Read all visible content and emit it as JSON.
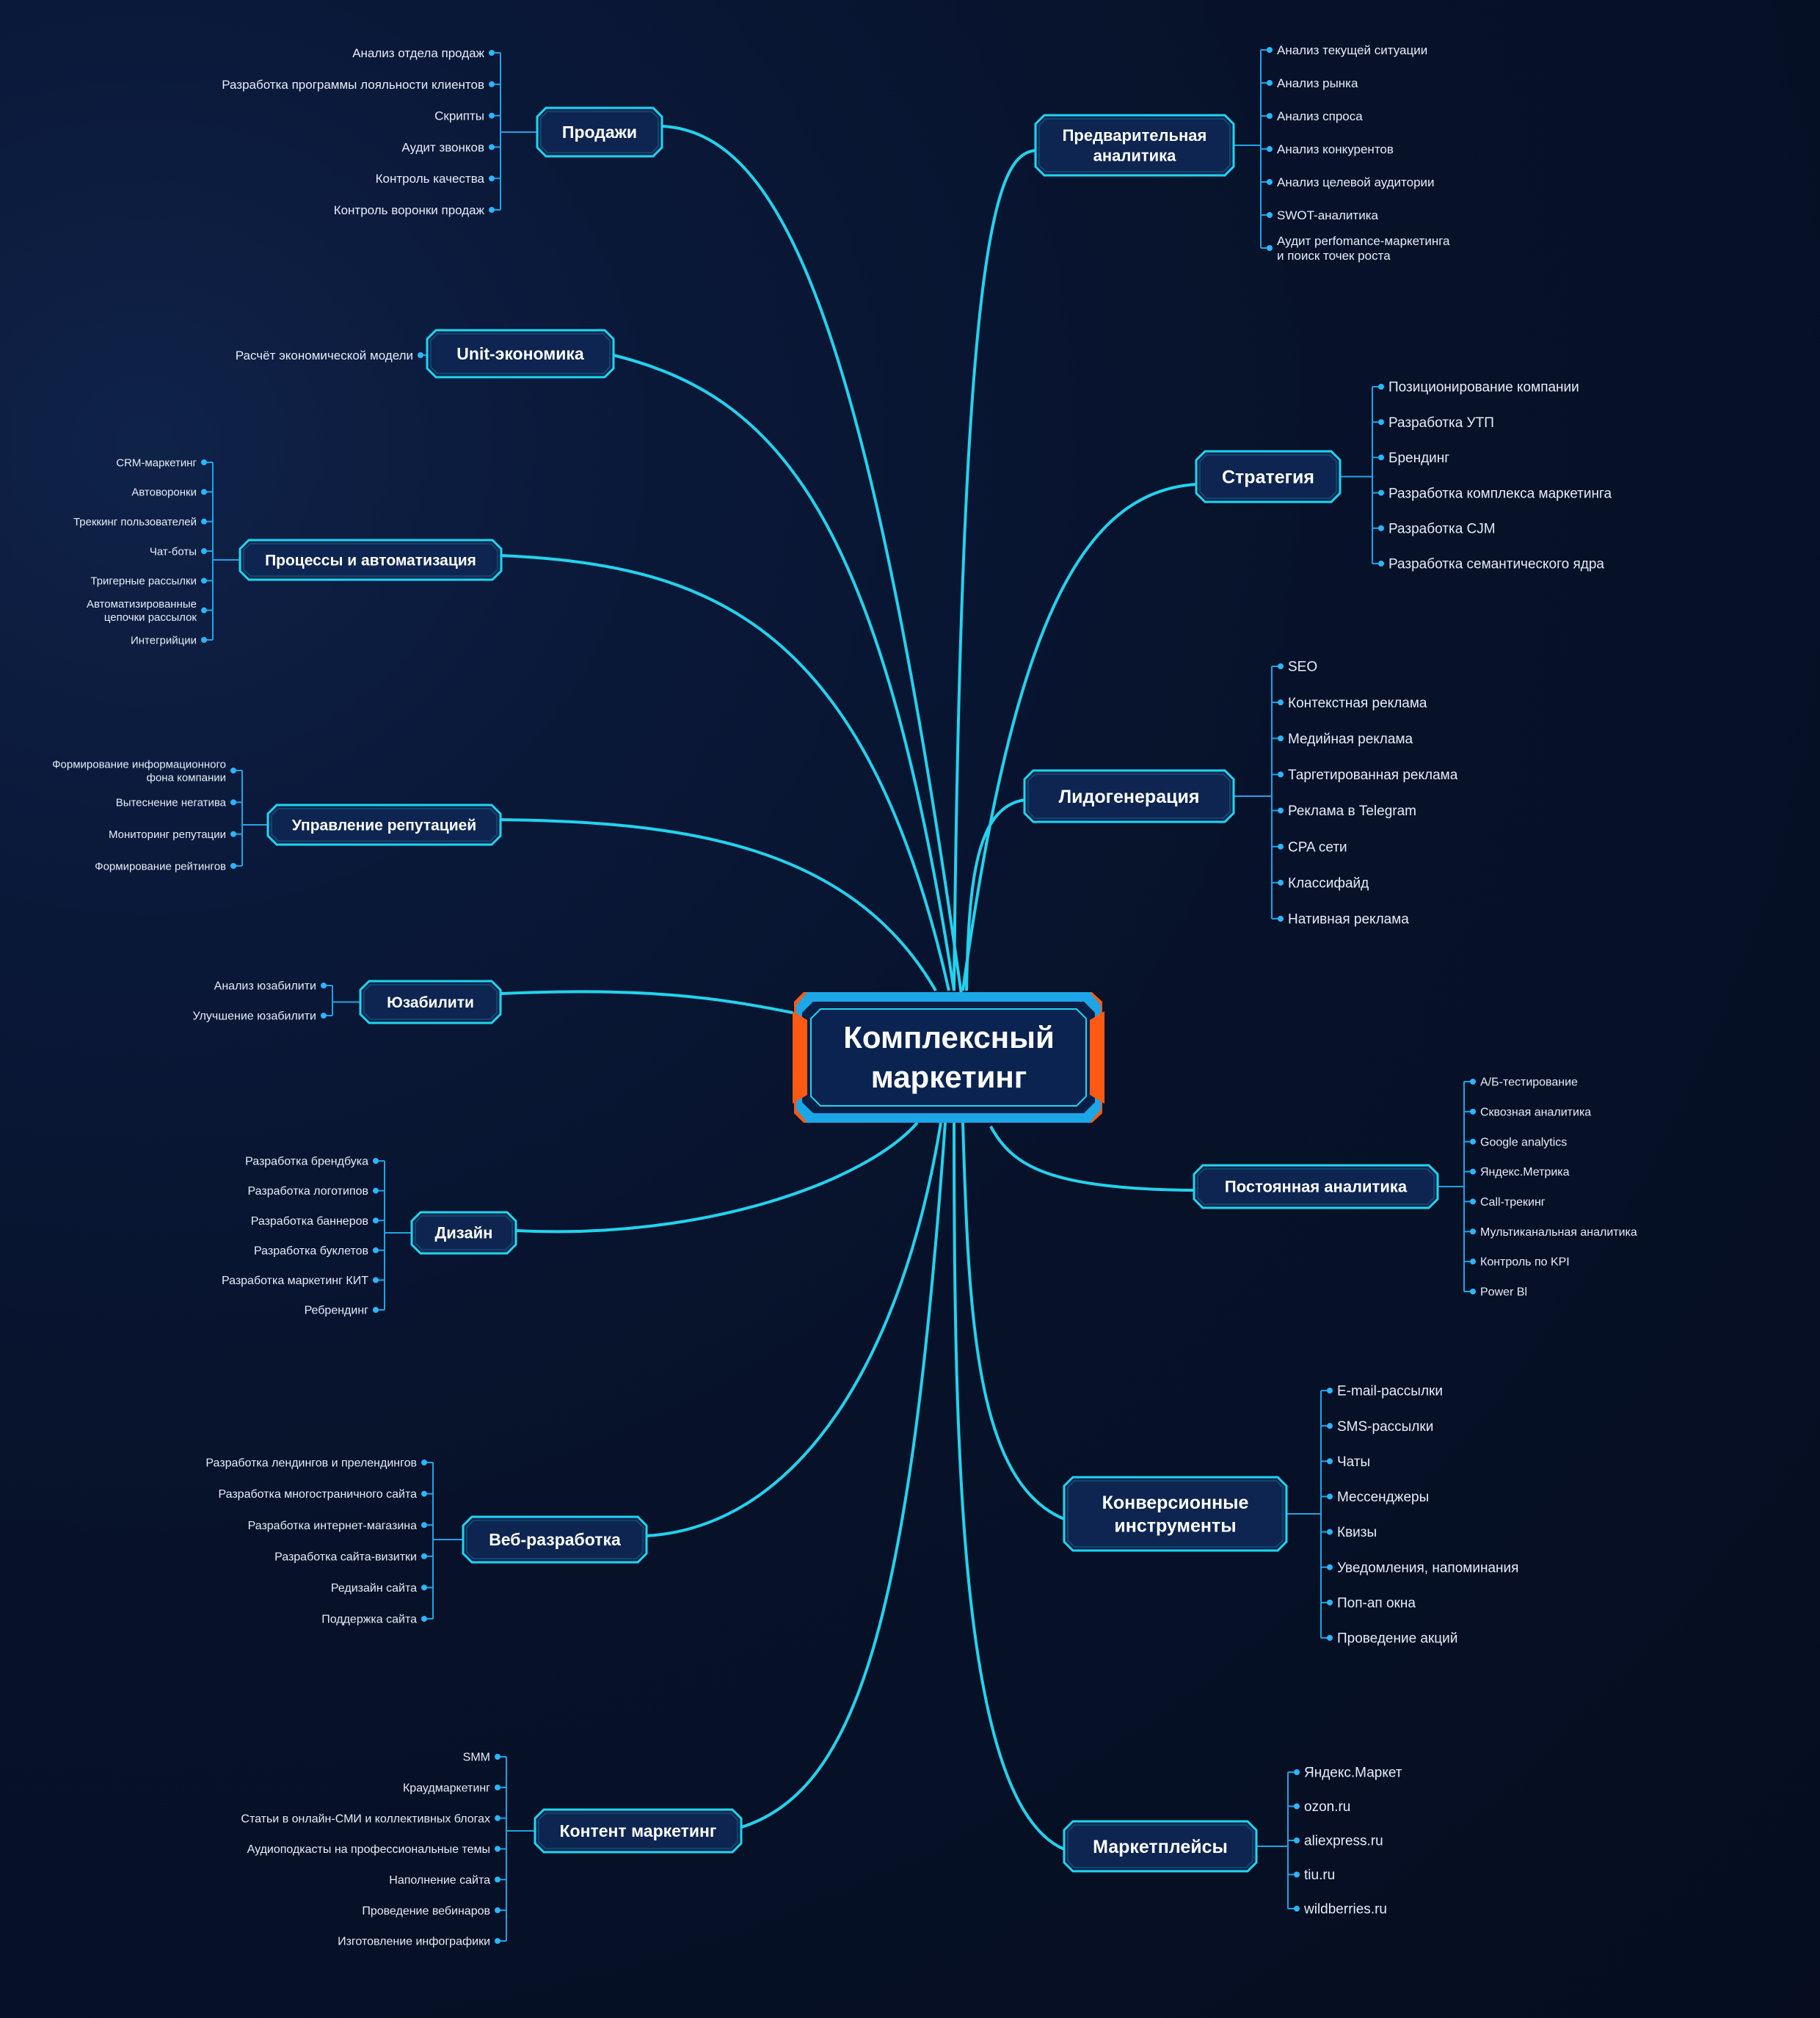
{
  "center": {
    "lines": [
      "Комплексный",
      "маркетинг"
    ]
  },
  "branches": [
    {
      "id": "prodazhi",
      "lines": [
        "Продажи"
      ],
      "items": [
        "Анализ отдела продаж",
        "Разработка программы лояльности клиентов",
        "Скрипты",
        "Аудит звонков",
        "Контроль качества",
        "Контроль воронки продаж"
      ]
    },
    {
      "id": "unit",
      "lines": [
        "Unit-экономика"
      ],
      "items": [
        "Расчёт экономической модели"
      ]
    },
    {
      "id": "processes",
      "lines": [
        "Процессы и автоматизация"
      ],
      "items": [
        "CRM-маркетинг",
        "Автоворонки",
        "Треккинг пользователей",
        "Чат-боты",
        "Тригерные рассылки",
        "Автоматизированные\nцепочки рассылок",
        "Интегрийции"
      ]
    },
    {
      "id": "reputation",
      "lines": [
        "Управление репутацией"
      ],
      "items": [
        "Формирование информационного\nфона компании",
        "Вытеснение негатива",
        "Мониторинг репутации",
        "Формирование рейтингов"
      ]
    },
    {
      "id": "usability",
      "lines": [
        "Юзабилити"
      ],
      "items": [
        "Анализ юзабилити",
        "Улучшение юзабилити"
      ]
    },
    {
      "id": "design",
      "lines": [
        "Дизайн"
      ],
      "items": [
        "Разработка брендбука",
        "Разработка логотипов",
        "Разработка баннеров",
        "Разработка буклетов",
        "Разработка маркетинг КИТ",
        "Ребрендинг"
      ]
    },
    {
      "id": "web",
      "lines": [
        "Веб-разработка"
      ],
      "items": [
        "Разработка лендингов и прелендингов",
        "Разработка многостраничного сайта",
        "Разработка интернет-магазина",
        "Разработка сайта-визитки",
        "Редизайн сайта",
        "Поддержка сайта"
      ]
    },
    {
      "id": "content",
      "lines": [
        "Контент маркетинг"
      ],
      "items": [
        "SMM",
        "Краудмаркетинг",
        "Статьи в онлайн-СМИ и коллективных блогах",
        "Аудиоподкасты на профессиональные темы",
        "Наполнение сайта",
        "Проведение вебинаров",
        "Изготовление инфографики"
      ]
    },
    {
      "id": "preanalytics",
      "lines": [
        "Предварительная",
        "аналитика"
      ],
      "items": [
        "Анализ текущей ситуации",
        "Анализ рынка",
        "Анализ спроса",
        "Анализ конкурентов",
        "Анализ целевой аудитории",
        "SWOT-аналитика",
        "Аудит perfomance-маркетинга\nи поиск точек роста"
      ]
    },
    {
      "id": "strategy",
      "lines": [
        "Стратегия"
      ],
      "items": [
        "Позиционирование компании",
        "Разработка УТП",
        "Брендинг",
        "Разработка комплекса маркетинга",
        "Разработка CJM",
        "Разработка семантического ядра"
      ]
    },
    {
      "id": "leadgen",
      "lines": [
        "Лидогенерация"
      ],
      "items": [
        "SEO",
        "Контекстная реклама",
        "Медийная реклама",
        "Таргетированная реклама",
        "Реклама в Telegram",
        "CPA сети",
        "Классифайд",
        "Нативная реклама"
      ]
    },
    {
      "id": "const_analytics",
      "lines": [
        "Постоянная аналитика"
      ],
      "items": [
        "A/Б-тестирование",
        "Сквозная аналитика",
        "Google analytics",
        "Яндекс.Метрика",
        "Call-трекинг",
        "Мультиканальная аналитика",
        "Контроль по KPI",
        "Power Bl"
      ]
    },
    {
      "id": "conversion",
      "lines": [
        "Конверсионные",
        "инструменты"
      ],
      "items": [
        "E-mail-рассылки",
        "SMS-рассылки",
        "Чаты",
        "Мессенджеры",
        "Квизы",
        "Уведомления, напоминания",
        "Поп-ап окна",
        "Проведение акций"
      ]
    },
    {
      "id": "marketplaces",
      "lines": [
        "Маркетплейсы"
      ],
      "items": [
        "Яндекс.Маркет",
        "ozon.ru",
        "aliexpress.ru",
        "tiu.ru",
        "wildberries.ru"
      ]
    }
  ],
  "colors": {
    "background": "#07122a",
    "connector": "#22d3ee",
    "box_fill": "#0d2550",
    "box_stroke": "#1ed6f0",
    "center_accent": "#ff5a14",
    "bracket": "#1ea4e6"
  }
}
